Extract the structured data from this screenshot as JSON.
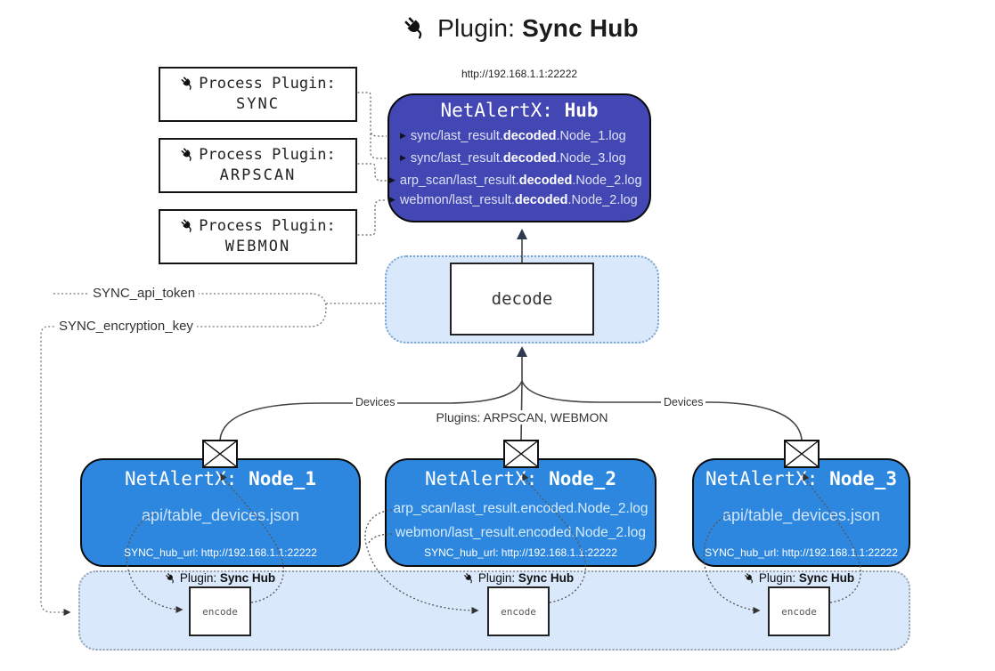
{
  "title": {
    "prefix": "Plugin:",
    "name": "Sync Hub"
  },
  "hub": {
    "url": "http://192.168.1.1:22222",
    "name_prefix": "NetAlertX:",
    "name_bold": "Hub",
    "logs": [
      {
        "pre": "sync/last_result.",
        "bold": "decoded",
        "post": ".Node_1.log"
      },
      {
        "pre": "sync/last_result.",
        "bold": "decoded",
        "post": ".Node_3.log"
      },
      {
        "pre": "arp_scan/last_result.",
        "bold": "decoded",
        "post": ".Node_2.log"
      },
      {
        "pre": "webmon/last_result.",
        "bold": "decoded",
        "post": ".Node_2.log"
      }
    ]
  },
  "process_plugins": [
    {
      "label": "Process Plugin:",
      "name": "SYNC"
    },
    {
      "label": "Process Plugin:",
      "name": "ARPSCAN"
    },
    {
      "label": "Process Plugin:",
      "name": "WEBMON"
    }
  ],
  "decode_label": "decode",
  "settings": {
    "api_token": "SYNC_api_token",
    "encryption_key": "SYNC_encryption_key"
  },
  "edge_labels": {
    "devices_left": "Devices",
    "devices_right": "Devices",
    "plugins_mid": "Plugins: ARPSCAN, WEBMON"
  },
  "nodes": [
    {
      "name_prefix": "NetAlertX:",
      "name_bold": "Node_1",
      "files": [
        "api/table_devices.json"
      ],
      "hub_url": "SYNC_hub_url: http://192.168.1.1:22222"
    },
    {
      "name_prefix": "NetAlertX:",
      "name_bold": "Node_2",
      "files": [
        "arp_scan/last_result.encoded.Node_2.log",
        "webmon/last_result.encoded.Node_2.log"
      ],
      "hub_url": "SYNC_hub_url: http://192.168.1.1:22222"
    },
    {
      "name_prefix": "NetAlertX:",
      "name_bold": "Node_3",
      "files": [
        "api/table_devices.json"
      ],
      "hub_url": "SYNC_hub_url: http://192.168.1.1:22222"
    }
  ],
  "encode_plugins": [
    {
      "prefix": "Plugin:",
      "name": "Sync Hub",
      "box": "encode"
    },
    {
      "prefix": "Plugin:",
      "name": "Sync Hub",
      "box": "encode"
    },
    {
      "prefix": "Plugin:",
      "name": "Sync Hub",
      "box": "encode"
    }
  ],
  "colors": {
    "hub_bg": "#4347b4",
    "node_bg": "#2d87de",
    "panel_bg": "#d9e9fb",
    "arrow_dark": "#2e3a4d"
  }
}
